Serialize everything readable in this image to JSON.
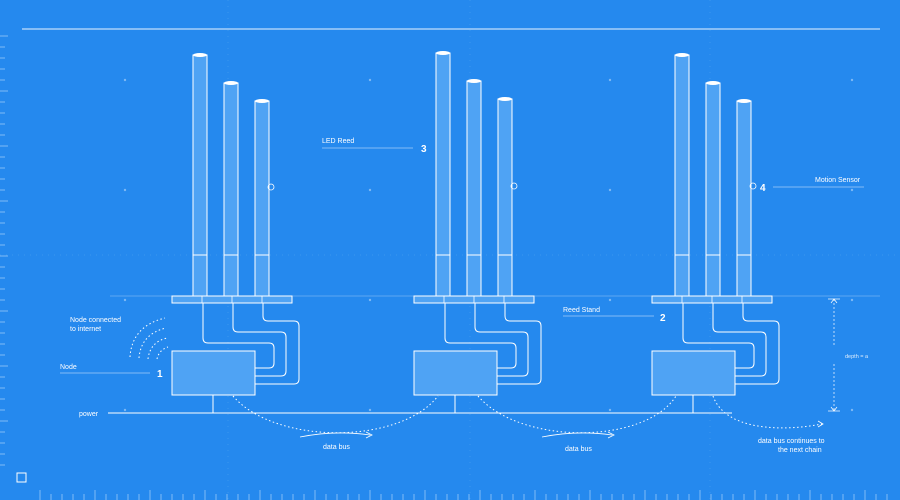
{
  "diagram": {
    "colors": {
      "background": "#2589ee",
      "line": "#ffffff",
      "fill": "#4fa3f4"
    },
    "labels": {
      "led_reed": "LED Reed",
      "motion_sensor": "Motion Sensor",
      "reed_stand": "Reed Stand",
      "node_connected_line1": "Node connected",
      "node_connected_line2": "to internet",
      "node": "Node",
      "power": "power",
      "data_bus_1": "data bus",
      "data_bus_2": "data bus",
      "bus_continues_line1": "data bus continues to",
      "bus_continues_line2": "the next chain",
      "depth": "depth = a"
    },
    "callouts": {
      "node": "1",
      "reed_stand": "2",
      "led_reed": "3",
      "motion_sensor": "4"
    },
    "icons": {
      "wifi": "wifi-signal-icon",
      "corner": "square-icon"
    }
  }
}
